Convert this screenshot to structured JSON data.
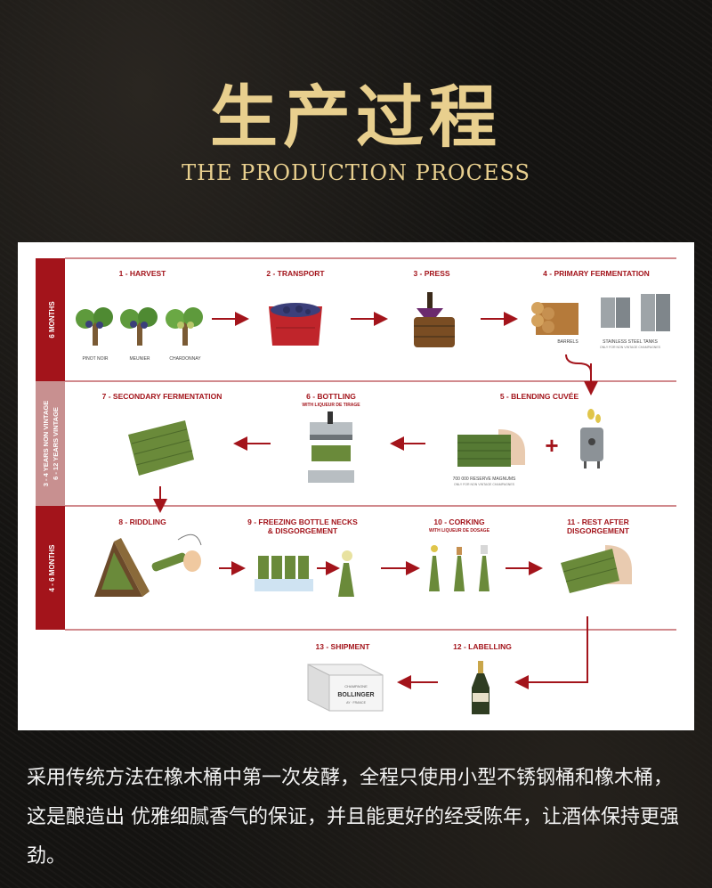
{
  "header": {
    "title_cn": "生产过程",
    "title_en": "THE PRODUCTION PROCESS"
  },
  "diagram": {
    "bands": {
      "band1": "6 MONTHS",
      "band2_line1": "3 - 4 YEARS NON VINTAGE",
      "band2_line2": "6 - 12 YEARS VINTAGE",
      "band3": "4 - 6 MONTHS"
    },
    "steps": {
      "s1": "1 - HARVEST",
      "s2": "2 - TRANSPORT",
      "s3": "3 - PRESS",
      "s4": "4 - PRIMARY FERMENTATION",
      "s5": "5 - BLENDING CUVÉE",
      "s6": "6 - BOTTLING",
      "s6_sub": "WITH LIQUEUR DE TIRAGE",
      "s7": "7 - SECONDARY FERMENTATION",
      "s8": "8 - RIDDLING",
      "s9_line1": "9 - FREEZING BOTTLE NECKS",
      "s9_line2": "& DISGORGEMENT",
      "s10": "10 - CORKING",
      "s10_sub": "WITH LIQUEUR DE DOSAGE",
      "s11_line1": "11 - REST AFTER",
      "s11_line2": "DISGORGEMENT",
      "s12": "12 - LABELLING",
      "s13": "13 - SHIPMENT"
    },
    "captions": {
      "pinot": "PINOT NOIR",
      "meunier": "MEUNIER",
      "chardonnay": "CHARDONNAY",
      "barrels": "BARRELS",
      "tanks": "STAINLESS STEEL TANKS",
      "tanks_sub": "ONLY FOR NON VINTAGE CHAMPAGNES",
      "magnums": "700 000 RESERVE MAGNUMS",
      "magnums_sub": "ONLY FOR NON VINTAGE CHAMPAGNES",
      "box_brand": "BOLLINGER",
      "box_top": "CHAMPAGNE",
      "box_sub": "AY · FRANCE"
    },
    "colors": {
      "accent": "#a3141b",
      "band": "#a3141b",
      "band_light": "#c89090"
    }
  },
  "description": "采用传统方法在橡木桶中第一次发酵，全程只使用小型不锈钢桶和橡木桶，这是酿造出 优雅细腻香气的保证，并且能更好的经受陈年，让酒体保持更强劲。"
}
